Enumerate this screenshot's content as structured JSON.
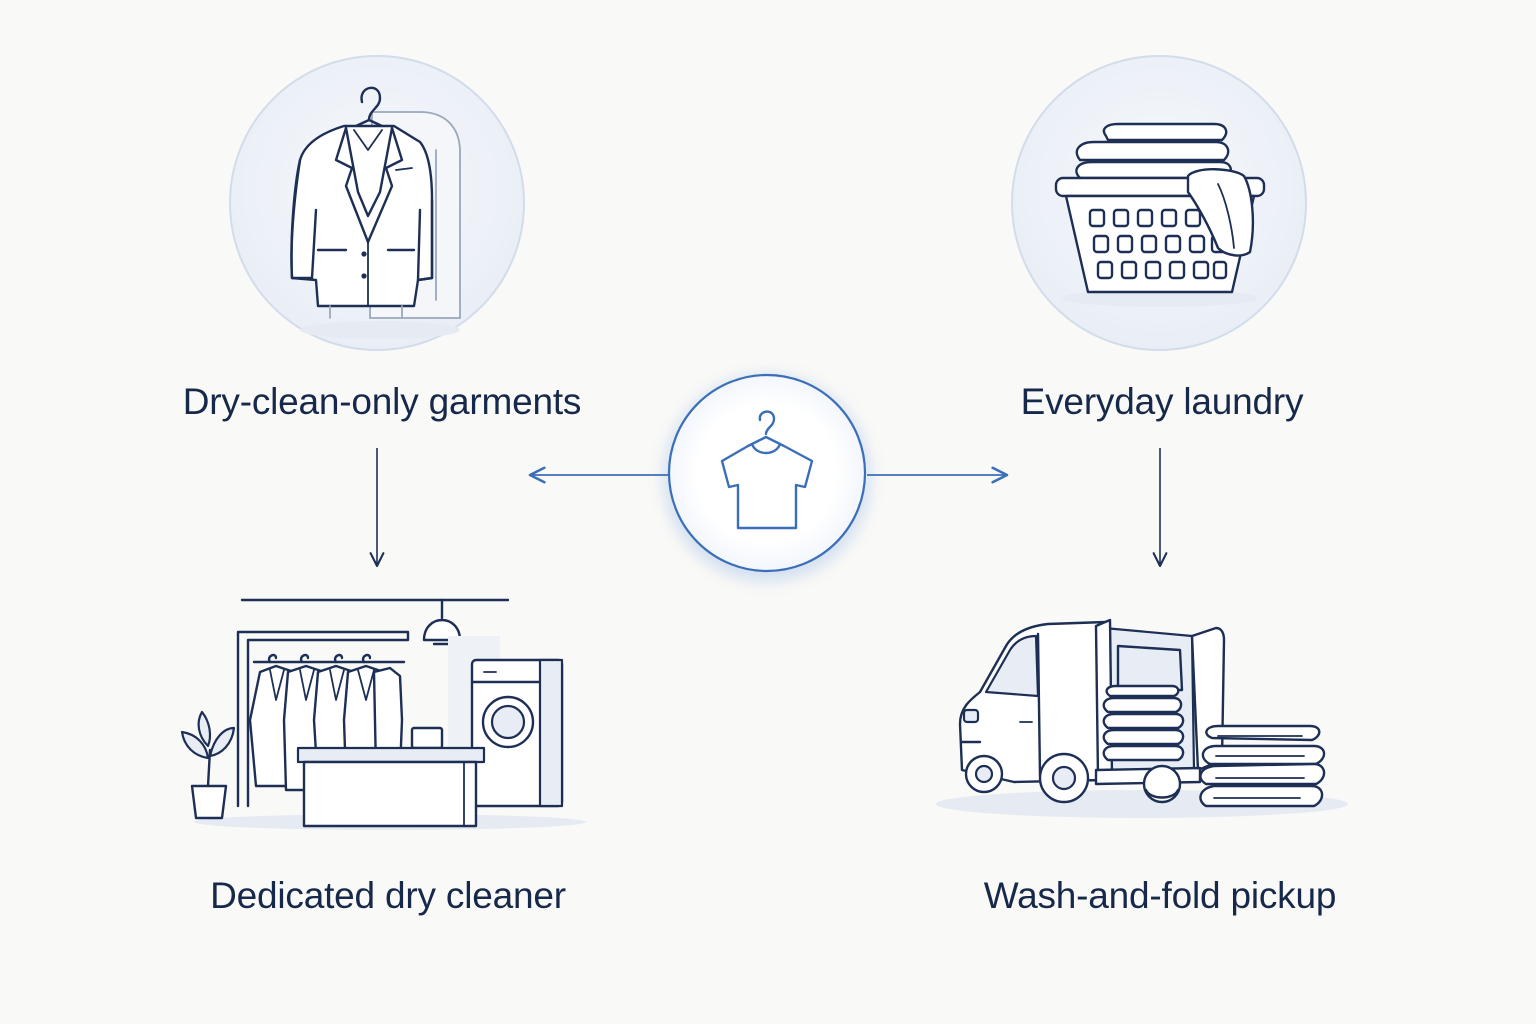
{
  "diagram": {
    "center": {
      "icon": "hanger-tshirt-icon"
    },
    "branches": [
      {
        "category_label": "Dry-clean-only garments",
        "category_icon": "suit-on-hanger-icon",
        "destination_label": "Dedicated dry cleaner",
        "destination_icon": "dry-cleaner-shop-icon"
      },
      {
        "category_label": "Everyday laundry",
        "category_icon": "laundry-basket-icon",
        "destination_label": "Wash-and-fold pickup",
        "destination_icon": "delivery-van-icon"
      }
    ]
  },
  "colors": {
    "background": "#f9f9f7",
    "ink": "#1d2f55",
    "accent": "#3a6fb8",
    "circle_tint": "#eef2f8"
  }
}
